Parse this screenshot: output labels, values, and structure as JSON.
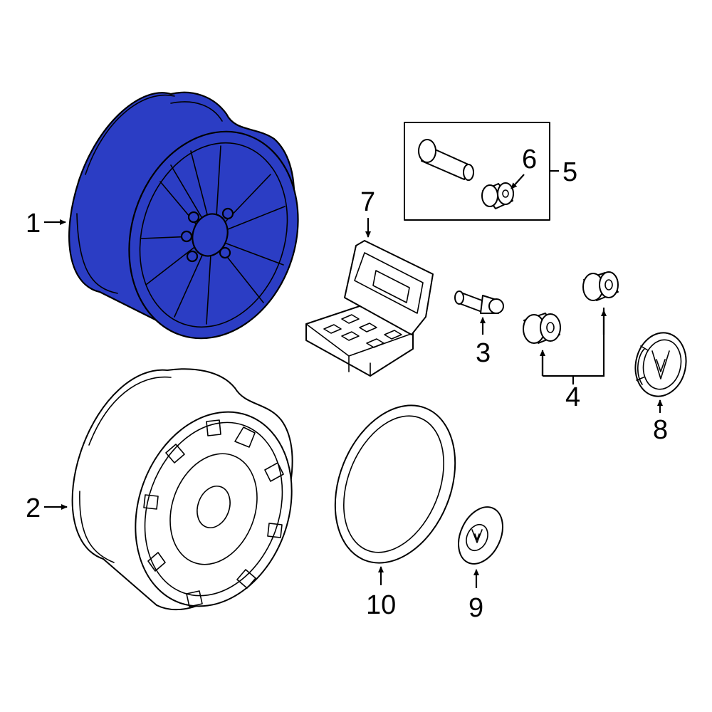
{
  "highlight_color": "#2b3dc4",
  "parts": [
    {
      "id": "1",
      "label": "1"
    },
    {
      "id": "2",
      "label": "2"
    },
    {
      "id": "3",
      "label": "3"
    },
    {
      "id": "4",
      "label": "4"
    },
    {
      "id": "5",
      "label": "5"
    },
    {
      "id": "6",
      "label": "6"
    },
    {
      "id": "7",
      "label": "7"
    },
    {
      "id": "8",
      "label": "8"
    },
    {
      "id": "9",
      "label": "9"
    },
    {
      "id": "10",
      "label": "10"
    }
  ]
}
